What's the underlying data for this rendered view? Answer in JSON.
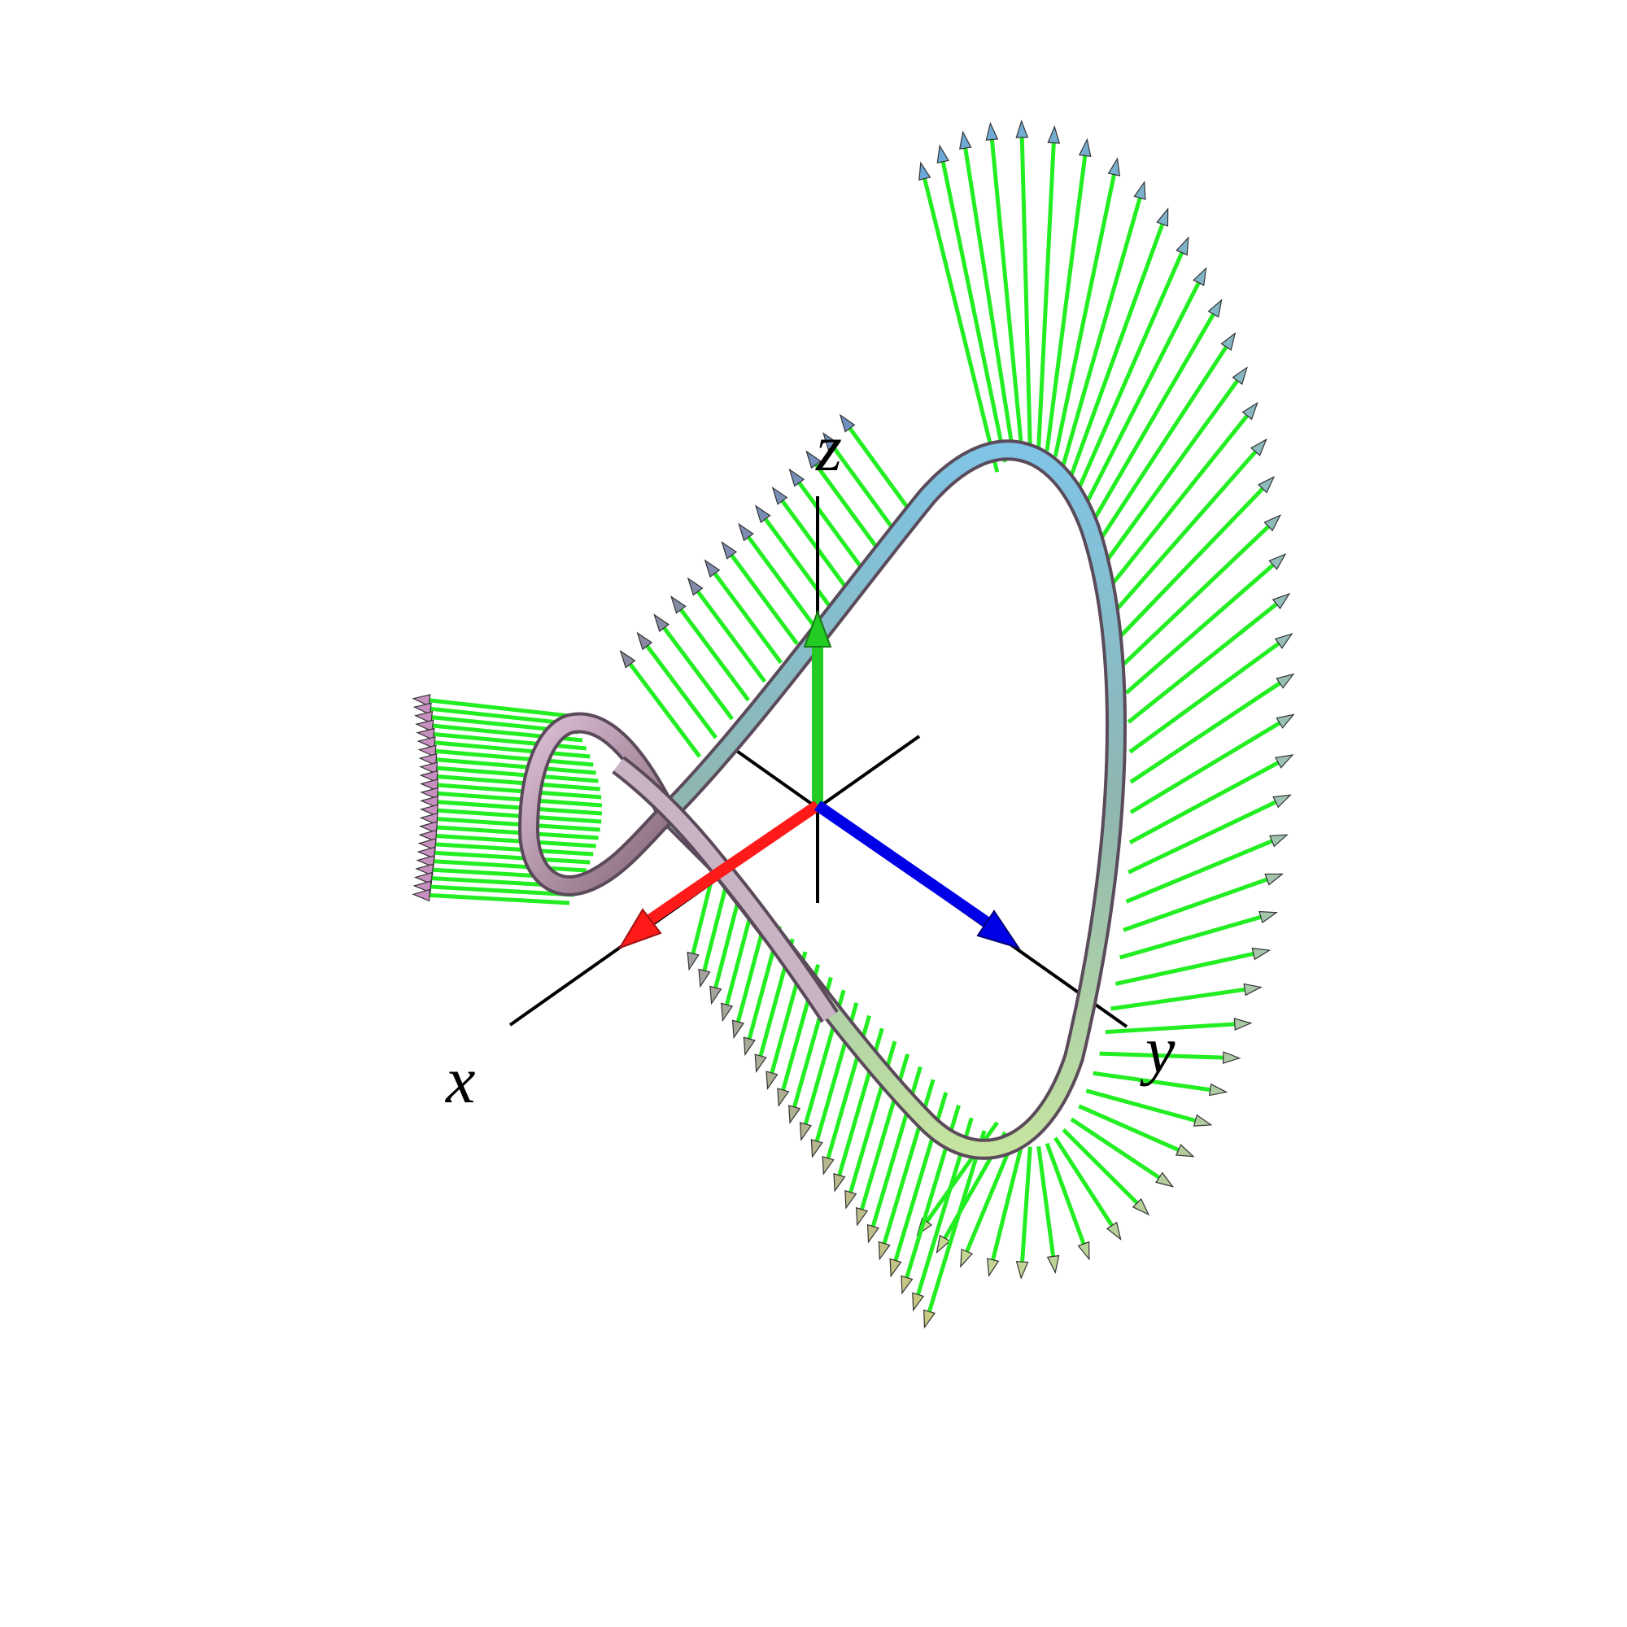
{
  "figure": {
    "axis_labels": {
      "x": "x",
      "y": "y",
      "z": "z"
    },
    "colors": {
      "background": "#ffffff",
      "axis_line": "#000000",
      "x_arrow": "#ff1a1a",
      "y_arrow": "#0000e6",
      "z_arrow": "#22cc22",
      "vector_field": "#22ee22",
      "tube_start": "#7a5a6e",
      "tube_mid": "#d9b8d0",
      "tube_top": "#7fc4e6",
      "tube_bottom": "#c8e6a0"
    },
    "curve": {
      "type": "space curve with normal vector field",
      "tube_shading": "gradient",
      "vector_count": 96,
      "arrowhead_style": "cone"
    }
  }
}
